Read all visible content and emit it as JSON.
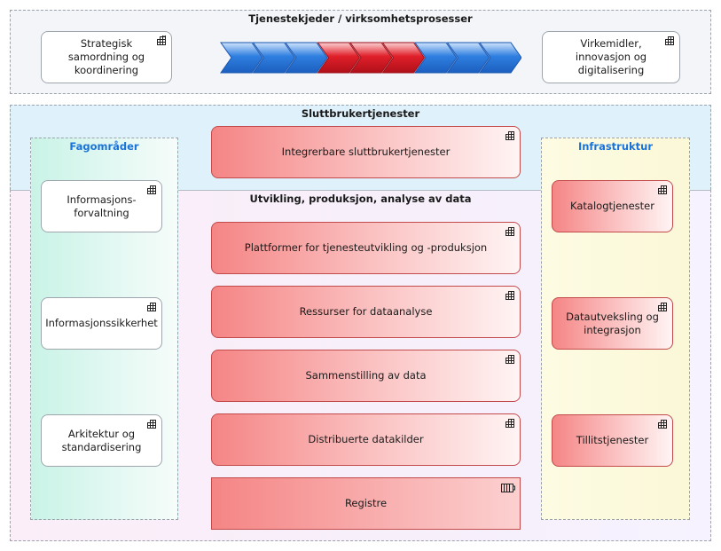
{
  "groups": {
    "top": "Tjenestekjeder / virksomhetsprosesser",
    "sluttbruker": "Sluttbrukertjenester",
    "utvikling": "Utvikling, produksjon, analyse av data",
    "fagomrader": "Fagområder",
    "infrastruktur": "Infrastruktur"
  },
  "top_boxes": {
    "left": "Strategisk samordning og koordinering",
    "right": "Virkemidler, innovasjon og digitalisering"
  },
  "value_chain": {
    "colors": [
      "blue",
      "blue",
      "blue",
      "red",
      "red",
      "red",
      "blue",
      "blue",
      "blue"
    ],
    "blue": "#2f7fe0",
    "red": "#e0202a"
  },
  "sluttbruker_box": "Integrerbare sluttbrukertjenester",
  "center_boxes": [
    "Plattformer for tjenesteutvikling og -produksjon",
    "Ressurser for dataanalyse",
    "Sammenstilling av data",
    "Distribuerte datakilder",
    "Registre"
  ],
  "fag_boxes": [
    "Informasjons-forvaltning",
    "Informasjonssikkerhet",
    "Arkitektur og standardisering"
  ],
  "infra_boxes": [
    "Katalogtjenester",
    "Datautveksling og integrasjon",
    "Tillitstjenester"
  ],
  "icons": {
    "function": "function-grid-icon",
    "data-object": "data-object-icon"
  }
}
